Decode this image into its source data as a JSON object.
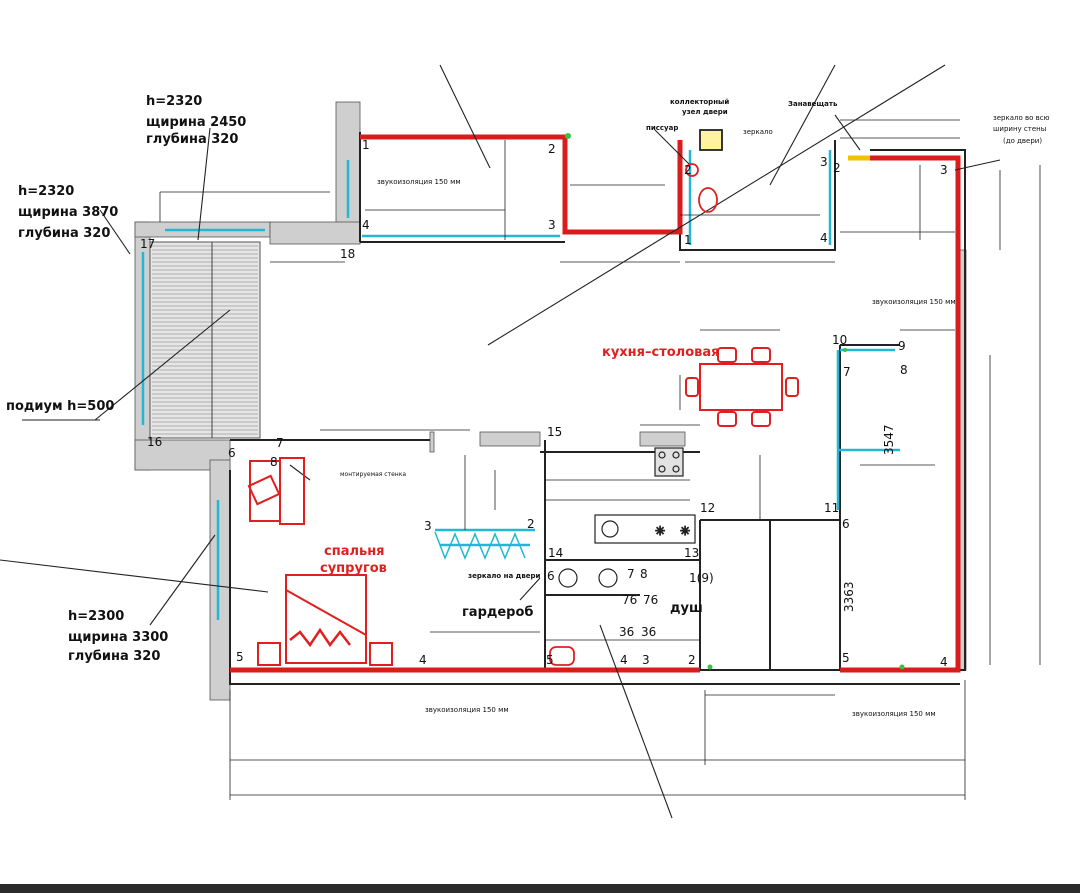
{
  "notes": {
    "wardrobe1": {
      "h": "h=2320",
      "w": "щирина 3870",
      "d": "глубина 320"
    },
    "wardrobe2": {
      "h": "h=2320",
      "w": "щирина 2450",
      "d": "глубина 320"
    },
    "wardrobe3": {
      "h": "h=2300",
      "w": "щирина 3300",
      "d": "глубина 320"
    },
    "podium": "подиум h=500"
  },
  "rooms": {
    "kitchen": "кухня–столовая",
    "bedroom_line1": "спальня",
    "bedroom_line2": "супругов",
    "wardrobe": "гардероб",
    "shower": "душ"
  },
  "labels": {
    "soundproof1": "звукоизоляция 150 мм",
    "soundproof2": "звукоизоляция 150 мм",
    "soundproof3": "звукоизоляция 150 мм",
    "soundproof4": "звукоизоляция 150 мм",
    "mirror_door": "зеркало на двери",
    "mirror_full_a": "зеркало во всю",
    "mirror_full_b": "ширину стены",
    "mirror_full_c": "(до двери)",
    "urinal": "писсуар",
    "collector_a": "коллекторный",
    "collector_b": "узел двери",
    "mirror_small": "зеркало",
    "mounted_wall": "монтируемая стенка",
    "zanaveska": "Занавещать"
  },
  "points": {
    "p1": "1",
    "p2": "2",
    "p3": "3",
    "p4": "4",
    "p16": "16",
    "p17": "17",
    "p18": "18",
    "p6": "6",
    "p7": "7",
    "p8": "8",
    "p5": "5",
    "p9": "9",
    "p10": "10",
    "p11": "11",
    "p12": "12",
    "p13": "13",
    "p14": "14",
    "p15": "15",
    "p36": "36",
    "p76": "76",
    "p19": "1(9)",
    "dim3547": "3547",
    "dim3363": "3363"
  }
}
